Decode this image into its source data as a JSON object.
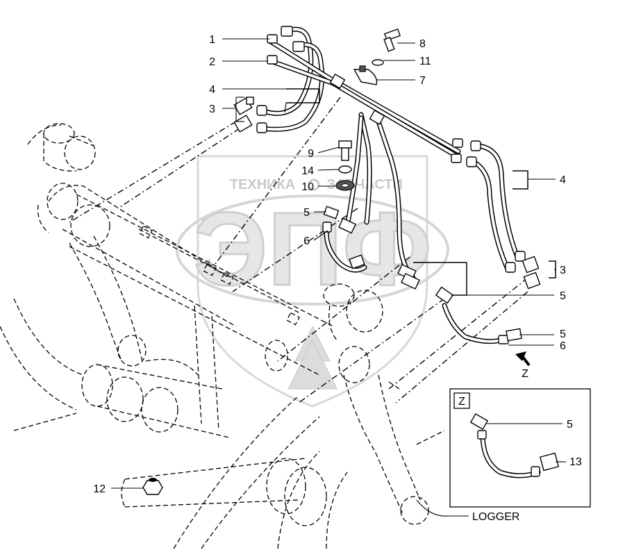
{
  "watermark": {
    "left_text": "ТЕХНИКА",
    "right_text": "ЗАПЧАСТИ",
    "logo_text": "ЭПФ"
  },
  "callouts": {
    "c1": "1",
    "c2": "2",
    "c3_left": "3",
    "c3_right": "3",
    "c4_left": "4",
    "c4_right": "4",
    "c5_a": "5",
    "c5_b": "5",
    "c5_c": "5",
    "c5_z": "5",
    "c6_left": "6",
    "c6_right": "6",
    "c7": "7",
    "c8": "8",
    "c9": "9",
    "c10": "10",
    "c11": "11",
    "c12": "12",
    "c13": "13",
    "c14": "14"
  },
  "view_z": {
    "box_label": "Z",
    "arrow_label": "Z"
  },
  "logger_label": "LOGGER",
  "colors": {
    "line": "#000000",
    "background": "#ffffff",
    "watermark": "#c9c9c9"
  }
}
